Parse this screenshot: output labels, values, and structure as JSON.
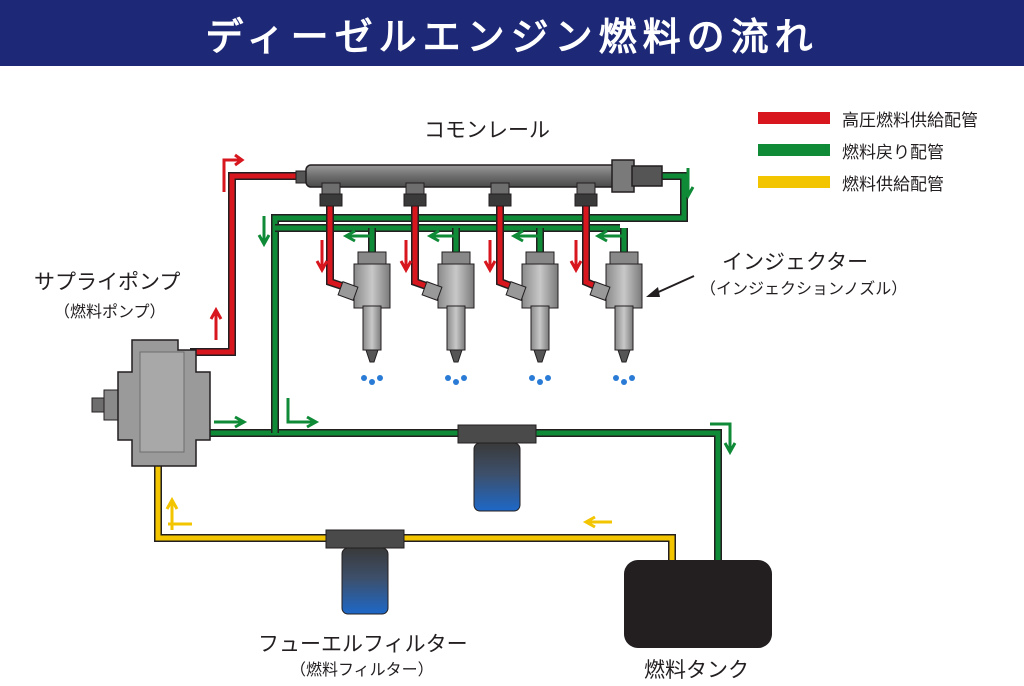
{
  "title": "ディーゼルエンジン燃料の流れ",
  "legend": [
    {
      "label": "高圧燃料供給配管",
      "color": "#d7161e"
    },
    {
      "label": "燃料戻り配管",
      "color": "#0f8a37"
    },
    {
      "label": "燃料供給配管",
      "color": "#f2c500"
    }
  ],
  "labels": {
    "common_rail": "コモンレール",
    "injector": "インジェクター",
    "injector_sub": "（インジェクションノズル）",
    "supply_pump": "サプライポンプ",
    "supply_pump_sub": "（燃料ポンプ）",
    "fuel_filter": "フューエルフィルター",
    "fuel_filter_sub": "（燃料フィルター）",
    "fuel_tank": "燃料タンク"
  },
  "colors": {
    "high_pressure": "#d7161e",
    "return": "#0f8a37",
    "supply": "#f2c500",
    "header_bg": "#1d2876"
  }
}
